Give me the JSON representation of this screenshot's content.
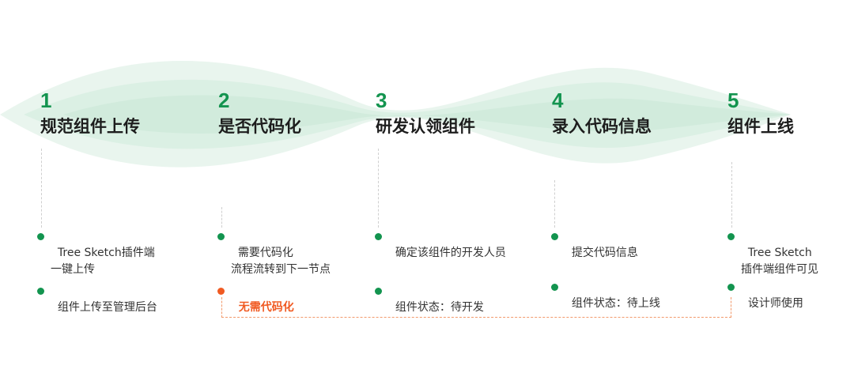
{
  "colors": {
    "accent_green": "#13944f",
    "accent_orange": "#f05a22",
    "wave_fill": "#d3eddf"
  },
  "steps": [
    {
      "number": "1",
      "title": "规范组件上传",
      "items": [
        "Tree Sketch插件端\n一键上传",
        "组件上传至管理后台"
      ]
    },
    {
      "number": "2",
      "title": "是否代码化",
      "items": [
        "需要代码化\n流程流转到下一节点",
        "无需代码化"
      ]
    },
    {
      "number": "3",
      "title": "研发认领组件",
      "items": [
        "确定该组件的开发人员",
        "组件状态：待开发"
      ]
    },
    {
      "number": "4",
      "title": "录入代码信息",
      "items": [
        "提交代码信息",
        "组件状态：待上线"
      ]
    },
    {
      "number": "5",
      "title": "组件上线",
      "items": [
        "Tree Sketch\n插件端组件可见",
        "设计师使用"
      ]
    }
  ]
}
